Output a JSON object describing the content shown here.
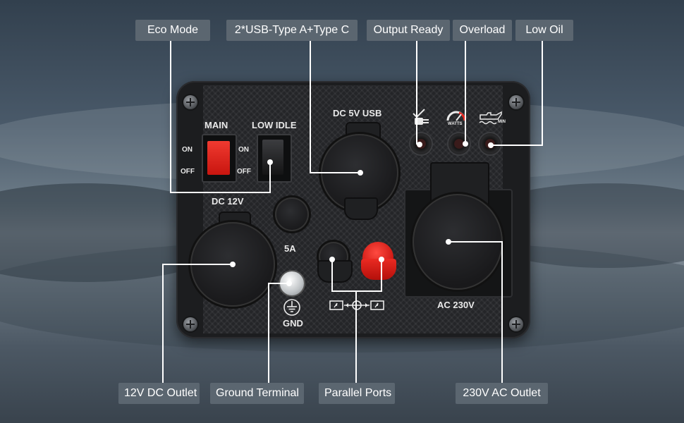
{
  "callouts": {
    "eco_mode": "Eco Mode",
    "usb": "2*USB-Type A+Type C",
    "output_ready": "Output Ready",
    "overload": "Overload",
    "low_oil": "Low Oil",
    "dc12_outlet": "12V DC Outlet",
    "ground_terminal": "Ground Terminal",
    "parallel_ports": "Parallel Ports",
    "ac_outlet": "230V AC Outlet"
  },
  "panel": {
    "main_label": "MAIN",
    "low_idle_label": "LOW IDLE",
    "on": "ON",
    "off": "OFF",
    "dc12_label": "DC 12V",
    "usb_label": "DC 5V USB",
    "fuse_label": "5A",
    "gnd_label": "GND",
    "ac_label": "AC 230V",
    "watts_label": "WATTS",
    "min_label": "MIN"
  },
  "colors": {
    "callout_bg": "#5b6670",
    "main_switch": "#e0241e",
    "parallel_positive": "#e3241d",
    "panel": "#1c1d1f"
  },
  "icons": [
    "plug-check-icon",
    "watts-gauge-icon",
    "oil-can-icon",
    "ground-symbol-icon",
    "battery-parallel-icon"
  ]
}
